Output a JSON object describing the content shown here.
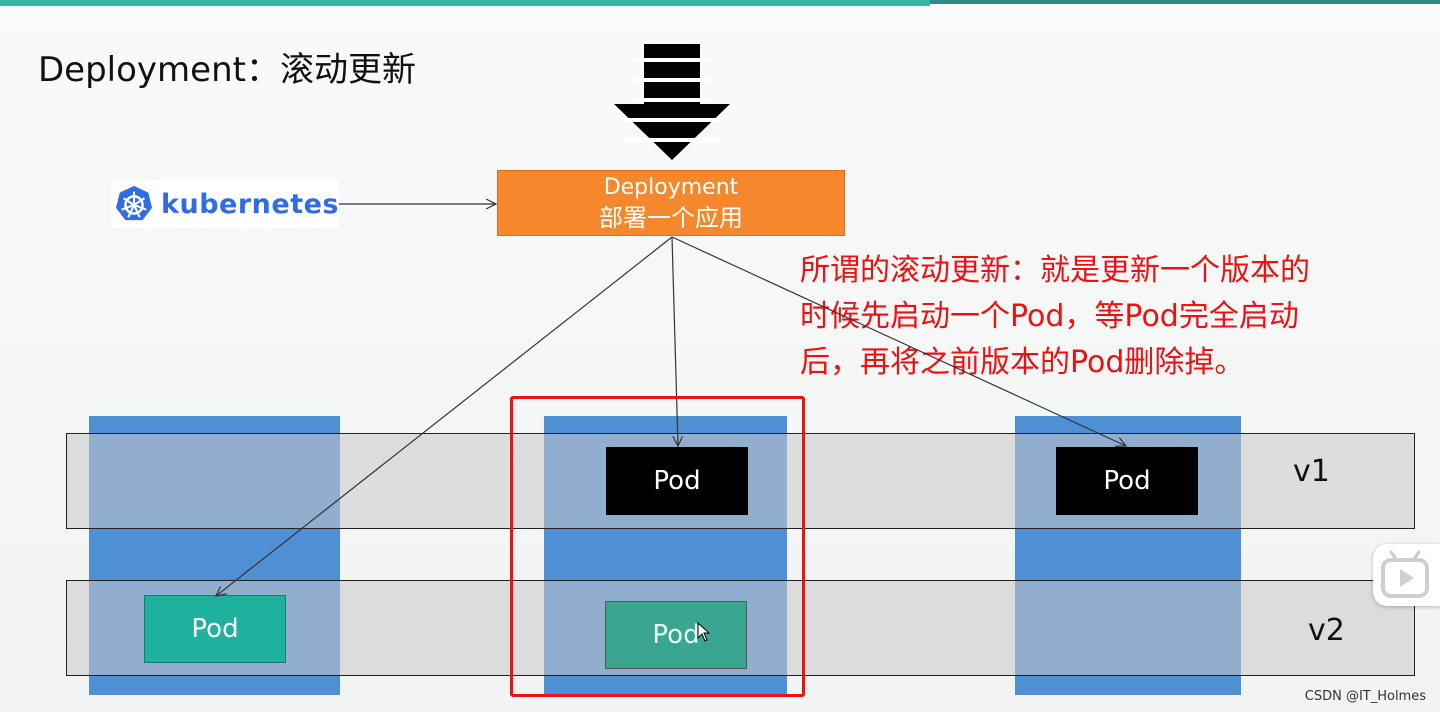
{
  "slide": {
    "title": "Deployment：滚动更新",
    "logo": {
      "text": "kubernetes",
      "icon": "kubernetes-wheel-icon"
    },
    "deployment_box": {
      "line1": "Deployment",
      "line2": "部署一个应用",
      "color": "#f5882c"
    },
    "note_lines": [
      "所谓的滚动更新：就是更新一个版本的",
      "时候先启动一个Pod，等Pod完全启动",
      "后，再将之前版本的Pod删除掉。"
    ],
    "note_color": "#ee1111",
    "versions": {
      "v1": "v1",
      "v2": "v2"
    },
    "pods": [
      {
        "label": "Pod",
        "version": "v1",
        "node": 2,
        "state": "old"
      },
      {
        "label": "Pod",
        "version": "v1",
        "node": 3,
        "state": "old"
      },
      {
        "label": "Pod",
        "version": "v2",
        "node": 1,
        "state": "new"
      },
      {
        "label": "Pod",
        "version": "v2",
        "node": 2,
        "state": "starting"
      }
    ],
    "highlight_color": "#ee1111"
  },
  "watermark": "CSDN @IT_Holmes",
  "player": {
    "icon": "play-icon"
  }
}
